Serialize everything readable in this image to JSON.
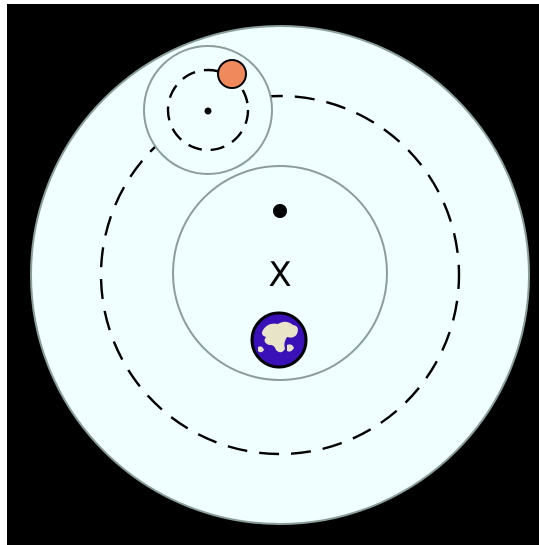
{
  "diagram": {
    "center_marker": "X",
    "elements": [
      {
        "id": "outer-sphere",
        "kind": "filled-circle",
        "color": "#f0ffff"
      },
      {
        "id": "deferent-path",
        "kind": "dashed-orbit"
      },
      {
        "id": "earth-region",
        "kind": "circle"
      },
      {
        "id": "epicycle",
        "kind": "circle"
      },
      {
        "id": "epicycle-path",
        "kind": "dashed-orbit"
      },
      {
        "id": "earth",
        "icon": "earth-globe-icon"
      },
      {
        "id": "planet",
        "icon": "planet-dot",
        "color": "#f08a5d"
      },
      {
        "id": "equant-point",
        "icon": "dot"
      },
      {
        "id": "epicycle-center",
        "icon": "dot"
      }
    ]
  },
  "colors": {
    "background": "#000000",
    "sphere_fill": "#f0ffff",
    "circle_stroke": "#8a9e9a",
    "earth_ocean": "#3a10b8",
    "earth_land": "#e8e4c8",
    "planet": "#f08a5d",
    "line": "#000000"
  }
}
